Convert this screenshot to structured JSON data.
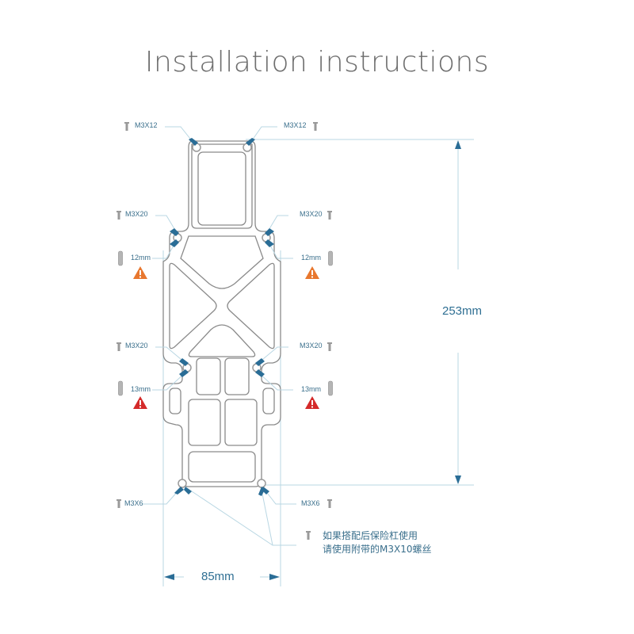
{
  "title": "Installation instructions",
  "screws": {
    "top_left": {
      "label": "M3X12",
      "icon": "screw-icon"
    },
    "top_right": {
      "label": "M3X12",
      "icon": "screw-icon"
    },
    "upper_left": {
      "label": "M3X20",
      "icon": "screw-icon"
    },
    "upper_right": {
      "label": "M3X20",
      "icon": "screw-icon"
    },
    "middle_left": {
      "label": "M3X20",
      "icon": "screw-icon"
    },
    "middle_right": {
      "label": "M3X20",
      "icon": "screw-icon"
    },
    "bottom_left": {
      "label": "M3X6",
      "icon": "screw-icon"
    },
    "bottom_right": {
      "label": "M3X6",
      "icon": "screw-icon"
    }
  },
  "standoffs": {
    "upper_left": {
      "label": "12mm",
      "warning_color": "#e8772e"
    },
    "upper_right": {
      "label": "12mm",
      "warning_color": "#e8772e"
    },
    "lower_left": {
      "label": "13mm",
      "warning_color": "#d42a2a"
    },
    "lower_right": {
      "label": "13mm",
      "warning_color": "#d42a2a"
    }
  },
  "dimensions": {
    "height": "253mm",
    "width": "85mm"
  },
  "note": {
    "line1": "如果搭配后保险杠使用",
    "line2": "请使用附带的M3X10螺丝"
  },
  "colors": {
    "accent": "#2a6d96",
    "guide_line": "#b9d7e3",
    "plate_outline": "#8a8a8a"
  }
}
